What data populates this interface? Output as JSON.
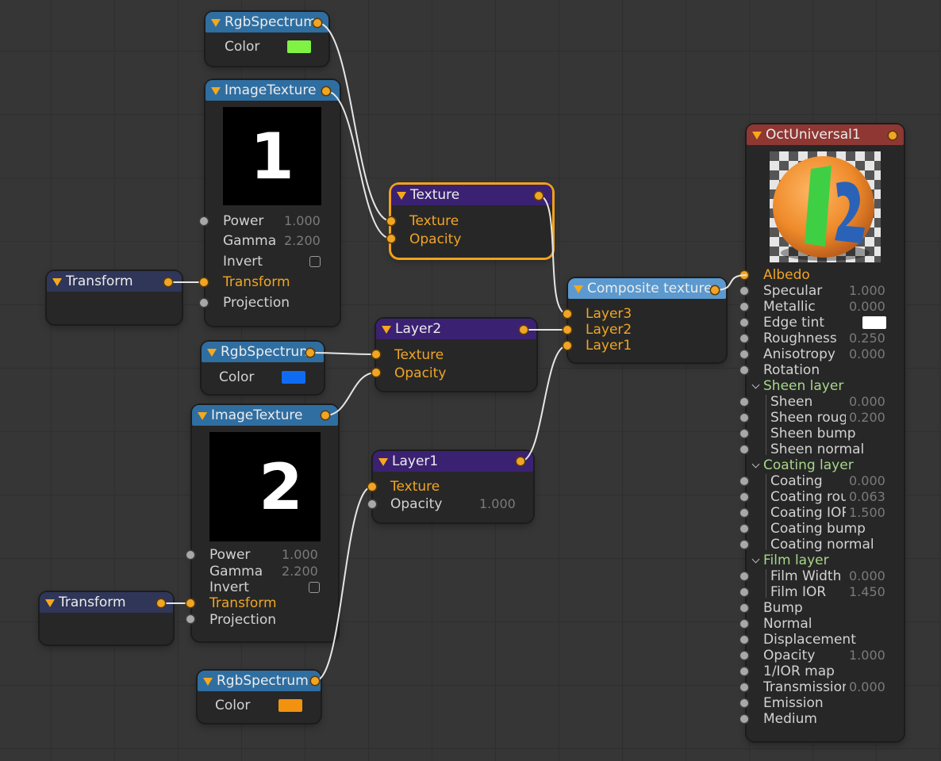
{
  "nodes": {
    "rgb1": {
      "title": "RgbSpectrum",
      "color_label": "Color",
      "color": "#7ff243"
    },
    "img1": {
      "title": "ImageTexture",
      "digit": "1",
      "power_label": "Power",
      "power": "1.000",
      "gamma_label": "Gamma",
      "gamma": "2.200",
      "invert_label": "Invert",
      "transform_label": "Transform",
      "projection_label": "Projection"
    },
    "xf1": {
      "title": "Transform"
    },
    "texture": {
      "title": "Texture",
      "in1": "Texture",
      "in2": "Opacity"
    },
    "rgb2": {
      "title": "RgbSpectrum",
      "color_label": "Color",
      "color": "#0f6cf2"
    },
    "layer2": {
      "title": "Layer2",
      "in1": "Texture",
      "in2": "Opacity"
    },
    "img2": {
      "title": "ImageTexture",
      "digit": "2",
      "power_label": "Power",
      "power": "1.000",
      "gamma_label": "Gamma",
      "gamma": "2.200",
      "invert_label": "Invert",
      "transform_label": "Transform",
      "projection_label": "Projection"
    },
    "layer1": {
      "title": "Layer1",
      "in1": "Texture",
      "in2": "Opacity",
      "opacity": "1.000"
    },
    "xf2": {
      "title": "Transform"
    },
    "rgb3": {
      "title": "RgbSpectrum",
      "color_label": "Color",
      "color": "#f2920f"
    },
    "composite": {
      "title": "Composite texture",
      "in1": "Layer3",
      "in2": "Layer2",
      "in3": "Layer1"
    },
    "oct": {
      "title": "OctUniversal1",
      "rows": [
        {
          "label": "Albedo",
          "value": "",
          "style": "orange"
        },
        {
          "label": "Specular",
          "value": "1.000",
          "style": "normal"
        },
        {
          "label": "Metallic",
          "value": "0.000",
          "style": "normal"
        },
        {
          "label": "Edge tint",
          "value": "",
          "style": "normal",
          "swatch": "#ffffff"
        },
        {
          "label": "Roughness",
          "value": "0.250",
          "style": "normal"
        },
        {
          "label": "Anisotropy",
          "value": "0.000",
          "style": "normal"
        },
        {
          "label": "Rotation",
          "value": "",
          "style": "normal"
        },
        {
          "label": "Sheen layer",
          "value": "",
          "style": "group"
        },
        {
          "label": "Sheen",
          "value": "0.000",
          "style": "sub"
        },
        {
          "label": "Sheen roughness",
          "value": "0.200",
          "style": "sub"
        },
        {
          "label": "Sheen bump",
          "value": "",
          "style": "sub"
        },
        {
          "label": "Sheen normal",
          "value": "",
          "style": "sub"
        },
        {
          "label": "Coating layer",
          "value": "",
          "style": "group"
        },
        {
          "label": "Coating",
          "value": "0.000",
          "style": "sub"
        },
        {
          "label": "Coating roughness",
          "value": "0.063",
          "style": "sub"
        },
        {
          "label": "Coating IOR",
          "value": "1.500",
          "style": "sub"
        },
        {
          "label": "Coating bump",
          "value": "",
          "style": "sub"
        },
        {
          "label": "Coating normal",
          "value": "",
          "style": "sub"
        },
        {
          "label": "Film layer",
          "value": "",
          "style": "group"
        },
        {
          "label": "Film Width",
          "value": "0.000",
          "style": "sub"
        },
        {
          "label": "Film IOR",
          "value": "1.450",
          "style": "sub"
        },
        {
          "label": "Bump",
          "value": "",
          "style": "normal"
        },
        {
          "label": "Normal",
          "value": "",
          "style": "normal"
        },
        {
          "label": "Displacement",
          "value": "",
          "style": "normal"
        },
        {
          "label": "Opacity",
          "value": "1.000",
          "style": "normal"
        },
        {
          "label": "1/IOR map",
          "value": "",
          "style": "normal"
        },
        {
          "label": "Transmission",
          "value": "0.000",
          "style": "normal"
        },
        {
          "label": "Emission",
          "value": "",
          "style": "normal"
        },
        {
          "label": "Medium",
          "value": "",
          "style": "normal"
        }
      ]
    }
  },
  "colors": {
    "wire": "#e6e6e6",
    "port_orange": "#f0a524",
    "selected_outline": "#f1a21a"
  },
  "icons": {
    "collapse": "triangle-down-icon",
    "group": "chevron-down-icon",
    "checkbox": "checkbox-icon"
  }
}
